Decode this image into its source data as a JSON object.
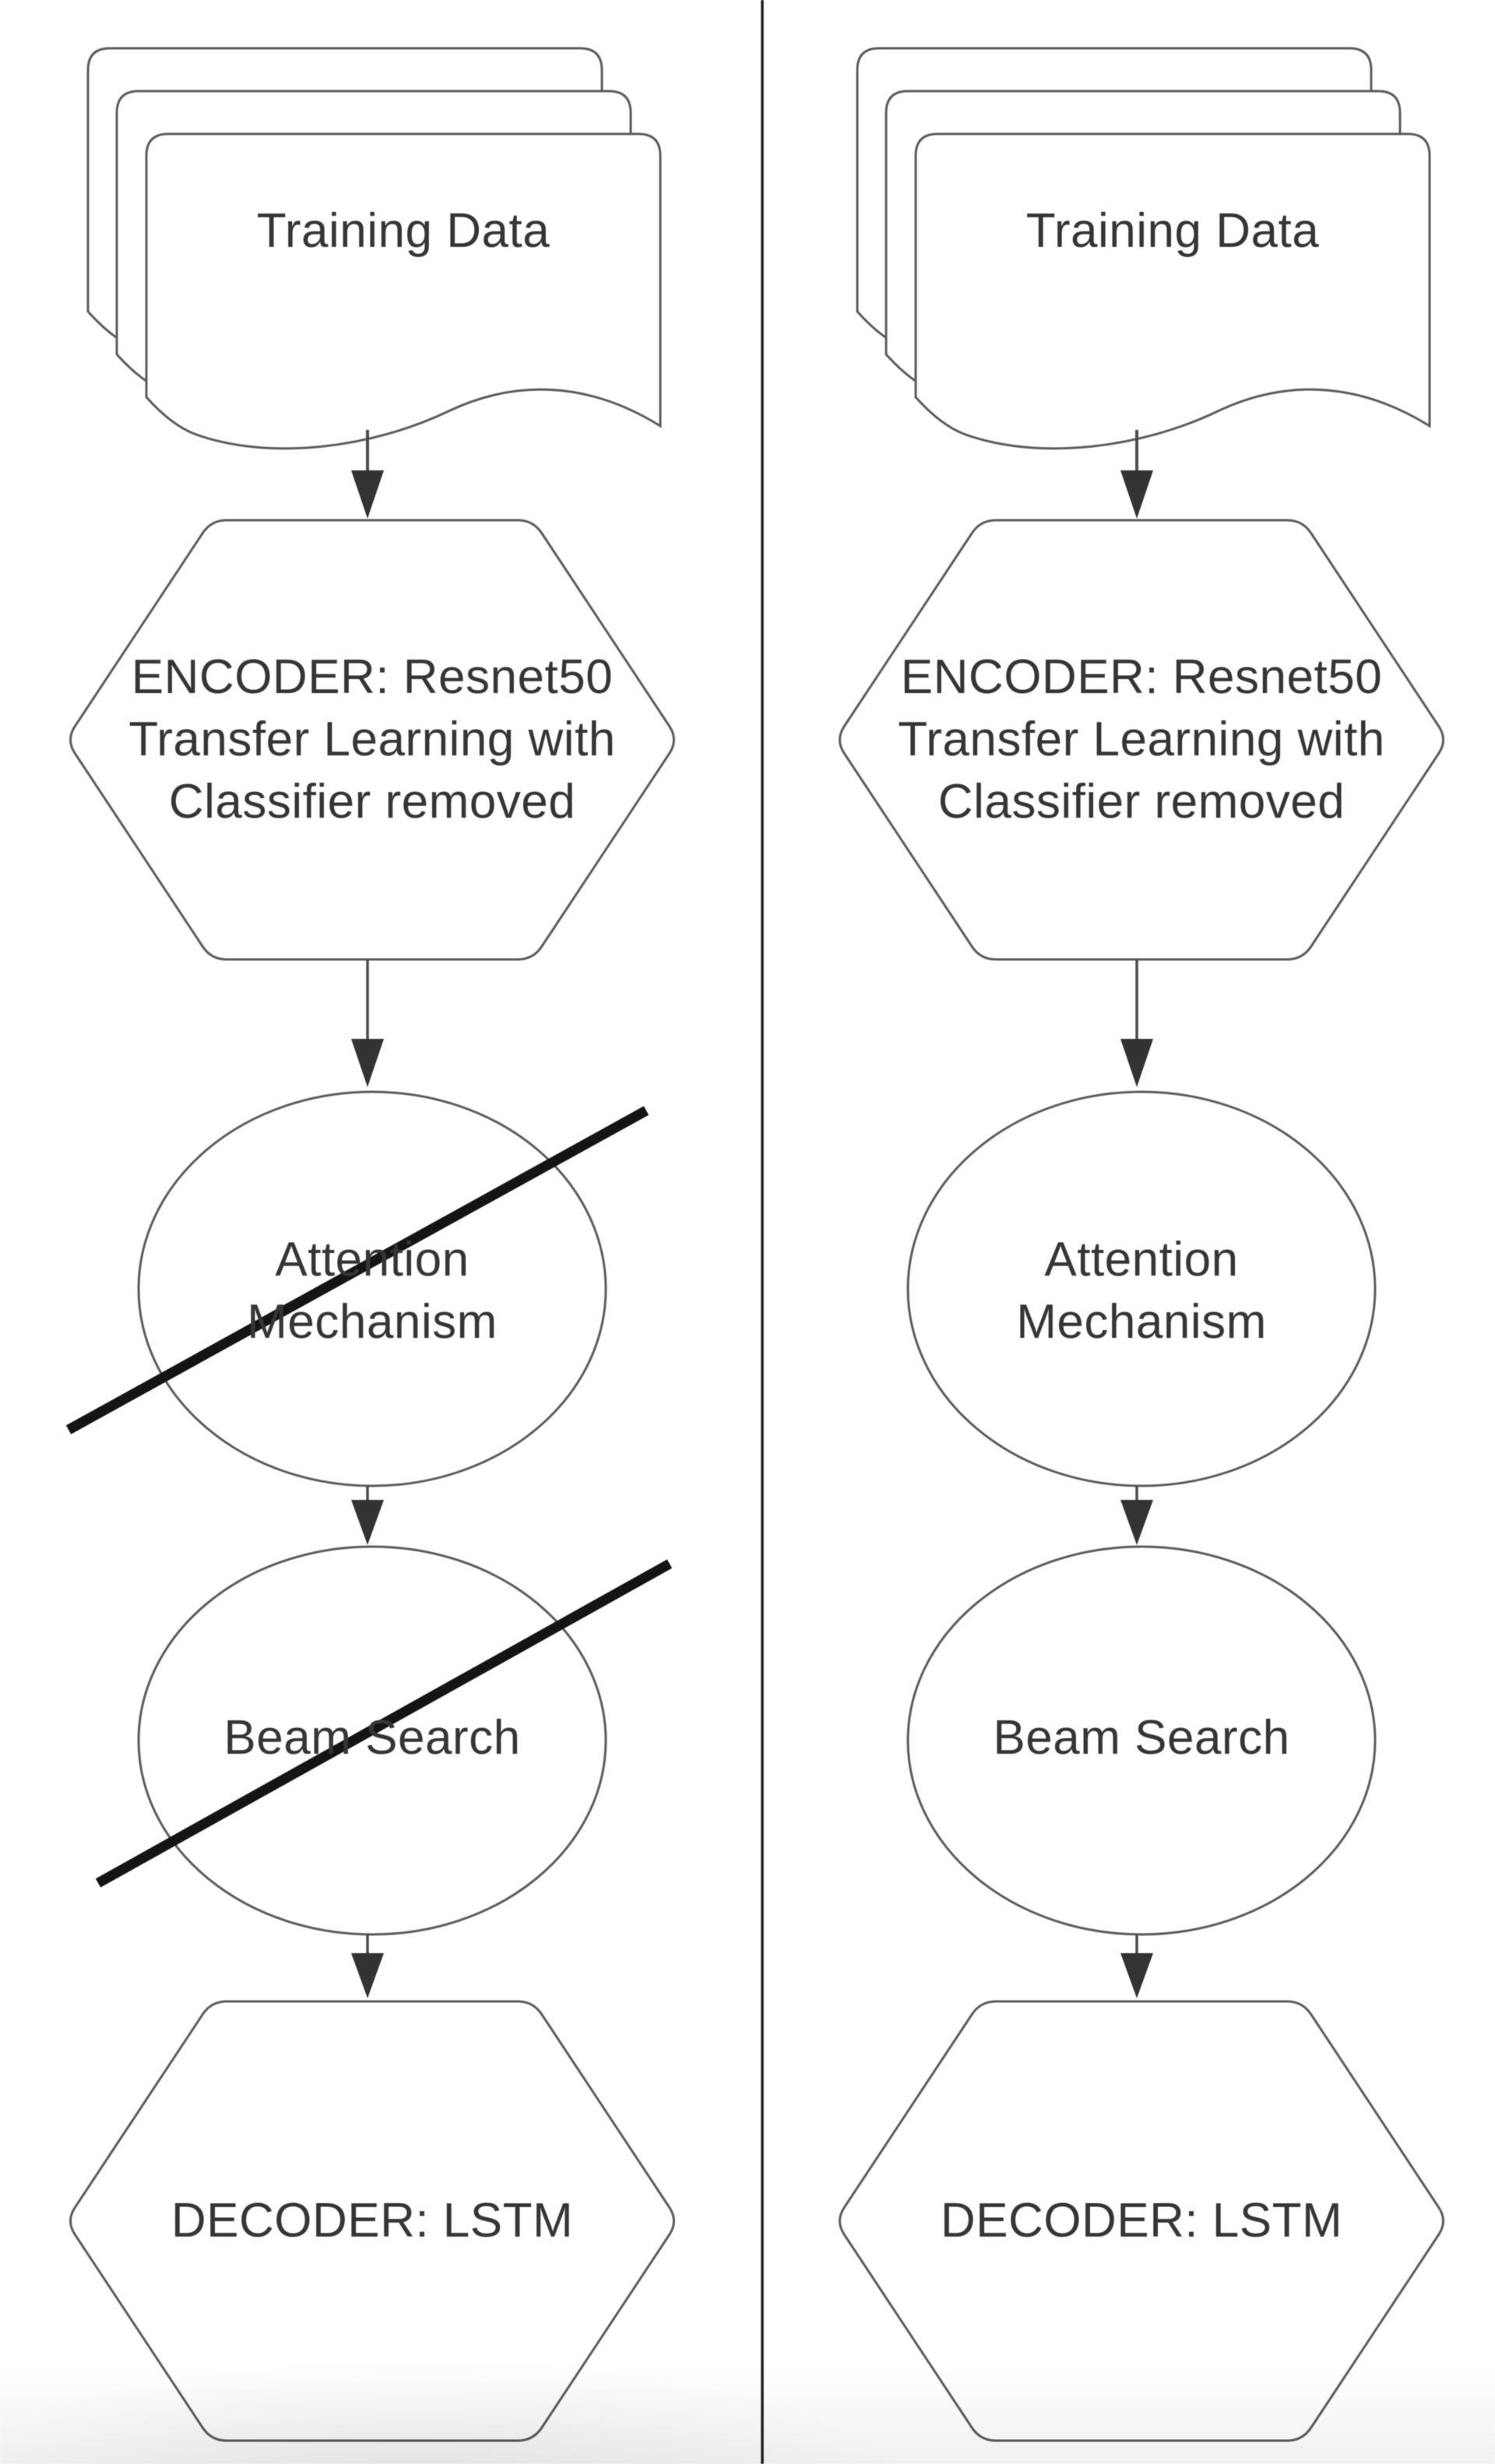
{
  "diagram": {
    "type": "flowchart-comparison",
    "divider_color": "#1e1e1e",
    "ink_color": "#353535",
    "shape_stroke_color": "#5c5c5c",
    "arrow_color": "#4c4c4c",
    "strike_color": "#141414",
    "columns": [
      {
        "name": "left-pipeline",
        "nodes": [
          {
            "shape": "multi-document",
            "label": "Training Data",
            "crossed_out": false
          },
          {
            "shape": "hexagon",
            "label": "ENCODER: Resnet50 Transfer Learning with Classifier removed",
            "lines": [
              "ENCODER: Resnet50",
              "Transfer Learning with",
              "Classifier removed"
            ],
            "crossed_out": false
          },
          {
            "shape": "ellipse",
            "label": "Attention Mechanism",
            "lines": [
              "Attention",
              "Mechanism"
            ],
            "crossed_out": true
          },
          {
            "shape": "ellipse",
            "label": "Beam Search",
            "crossed_out": true
          },
          {
            "shape": "hexagon",
            "label": "DECODER: LSTM",
            "crossed_out": false
          }
        ]
      },
      {
        "name": "right-pipeline",
        "nodes": [
          {
            "shape": "multi-document",
            "label": "Training Data",
            "crossed_out": false
          },
          {
            "shape": "hexagon",
            "label": "ENCODER: Resnet50 Transfer Learning with Classifier removed",
            "lines": [
              "ENCODER: Resnet50",
              "Transfer Learning with",
              "Classifier removed"
            ],
            "crossed_out": false
          },
          {
            "shape": "ellipse",
            "label": "Attention Mechanism",
            "lines": [
              "Attention",
              "Mechanism"
            ],
            "crossed_out": false
          },
          {
            "shape": "ellipse",
            "label": "Beam Search",
            "crossed_out": false
          },
          {
            "shape": "hexagon",
            "label": "DECODER: LSTM",
            "crossed_out": false
          }
        ]
      }
    ]
  }
}
